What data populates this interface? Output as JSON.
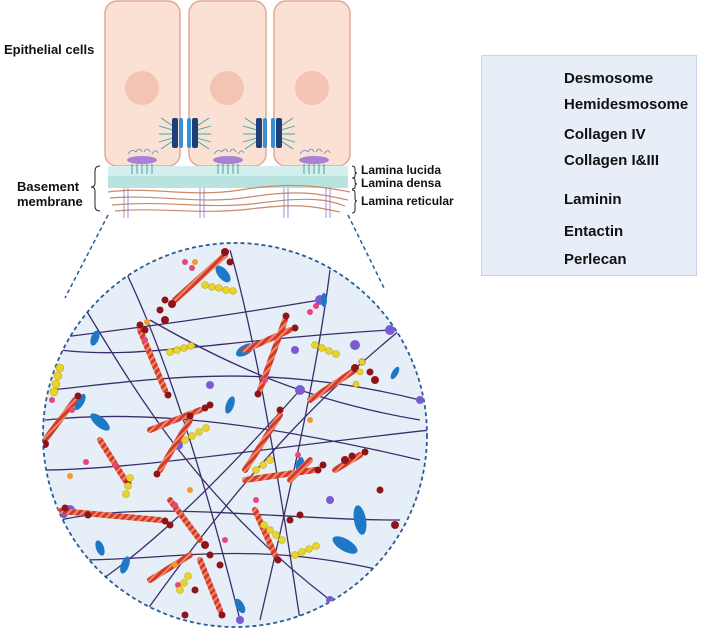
{
  "labels": {
    "epithelial_cells": "Epithelial cells",
    "basement_membrane_line1": "Basement",
    "basement_membrane_line2": "membrane",
    "lamina_lucida": "Lamina lucida",
    "lamina_densa": "Lamina densa",
    "lamina_reticular": "Lamina reticular"
  },
  "legend": {
    "items": [
      {
        "label": "Desmosome",
        "icon": "desmosome-icon"
      },
      {
        "label": "Hemidesmosome",
        "icon": "hemidesmosome-icon"
      },
      {
        "label": "Collagen IV",
        "icon": "collagen-iv-icon"
      },
      {
        "label": "Collagen I&III",
        "icon": "collagen-i-iii-icon"
      },
      {
        "label": "Laminin",
        "icon": "laminin-icon"
      },
      {
        "label": "Entactin",
        "icon": "entactin-icon"
      },
      {
        "label": "Perlecan",
        "icon": "perlecan-icon"
      }
    ]
  },
  "colors": {
    "cell_fill": "#fbe0d4",
    "cell_stroke": "#e2a995",
    "nucleus": "#f3c4b4",
    "lamina_lucida": "#d3f0ee",
    "lamina_densa": "#b8e3df",
    "laminin": "#b32020",
    "laminin_beads": "#8f1418",
    "collagen_iv": "#3b2d6b",
    "collagen_iv_head": "#7a5bd1",
    "collagen_i_iii": "#8f5a3c",
    "entactin": "#1e78c8",
    "perlecan": "#e9d42a",
    "desmosome": "#1c3f7a",
    "hemidesmosome": "#a783d8",
    "circle_fill": "#e6eff8",
    "dash_line": "#2a5c93"
  }
}
